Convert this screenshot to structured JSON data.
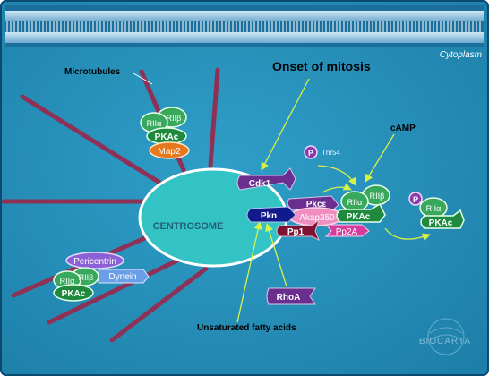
{
  "labels": {
    "cytoplasm": "Cytoplasm",
    "onset": "Onset of mitosis",
    "microtubules": "Microtubules",
    "camp": "cAMP",
    "centrosome": "CENTROSOME",
    "fatty_acids": "Unsaturated fatty acids",
    "thr": "Thr54",
    "logo": "BIOCARTA"
  },
  "molecules": {
    "rii_a": "RIIα",
    "rii_b": "RIIβ",
    "pkac": "PKAc",
    "map2": "Map2",
    "cdk1": "Cdk1",
    "pkc": "Pkcε",
    "akap350": "Akap350",
    "pkn": "Pkn",
    "pp1": "Pp1",
    "pp2a": "Pp2A",
    "rhoa": "RhoA",
    "pericentrin": "Pericentrin",
    "dynein": "Dynein",
    "p": "P"
  },
  "colors": {
    "background": "#2a93bb",
    "frame": "#0b4a70",
    "centrosome": "#33c3c5",
    "microtubule": "#8e3156",
    "rii": "#38a85d",
    "pkac": "#1f8a3e",
    "map2": "#e6781e",
    "purple": "#6a2e8e",
    "akap": "#f08ec0",
    "pkn": "#101a8a",
    "pp1": "#7d1232",
    "pp2a": "#d63c9c",
    "pericentrin": "#8b62d6",
    "dynein": "#6a9ee6",
    "arrow": "#d8f048"
  }
}
